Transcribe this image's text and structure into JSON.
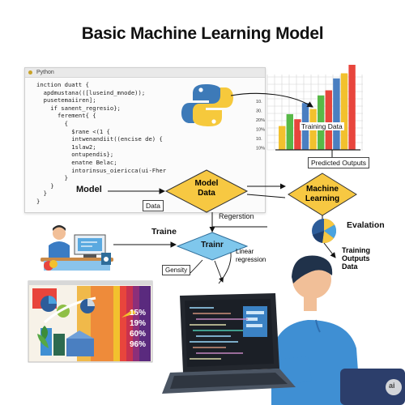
{
  "title": "Basic Machine Learning Model",
  "code_window": {
    "tab_label": "Python",
    "lines": [
      "inction duatt {",
      "  apdmustana(([luseind_mnode));",
      "  pusetemaiiren];",
      "    if sanent_regresio};",
      "      ferement{ {",
      "        {",
      "          $rane <(1 {",
      "          intwenandiit((encise de) {",
      "          1slaw2;",
      "          ontupendis};",
      "          enatne Belac;",
      "          intorinsus_oiericca(ui-Fher",
      "        }",
      "    }",
      "  }",
      "}"
    ]
  },
  "bar_chart": {
    "tick_labels": [
      "10.",
      "30.",
      "20%",
      "10%",
      "10.",
      "10%"
    ],
    "caption": "Training Data",
    "bar_colors": [
      "#f2c12e",
      "#58b947",
      "#e8453c",
      "#4a7fc1",
      "#f2c12e",
      "#58b947",
      "#e8453c",
      "#4a7fc1",
      "#f2c12e",
      "#e8453c"
    ],
    "bar_levels": [
      0.28,
      0.42,
      0.36,
      0.55,
      0.48,
      0.64,
      0.7,
      0.84,
      0.9,
      1.0
    ]
  },
  "flow": {
    "model_label": "Model",
    "data_label": "Data",
    "model_data_node": "Model\nData",
    "machine_learning_node": "Machine\nLearning",
    "predicted_outputs": "Predicted Outputs",
    "regression_label": "Regerstion",
    "evaluation_label": "Evalation",
    "training_outputs": "Training\nOutputs\nData",
    "train_node": "Trainr",
    "train_label": "Traine",
    "linear_regression": "Linear\nregression",
    "gensity_label": "Gensity"
  },
  "dashboard": {
    "percentages": [
      "15%",
      "19%",
      "60%",
      "96%"
    ]
  },
  "watermark": "ai",
  "colors": {
    "diamond_fill": "#f7c842",
    "train_fill": "#7fc7ec",
    "python_blue": "#3d7ab8",
    "python_yellow": "#f6c93c",
    "shirt_blue": "#3f8fd3",
    "laptop_dark": "#23272e"
  }
}
